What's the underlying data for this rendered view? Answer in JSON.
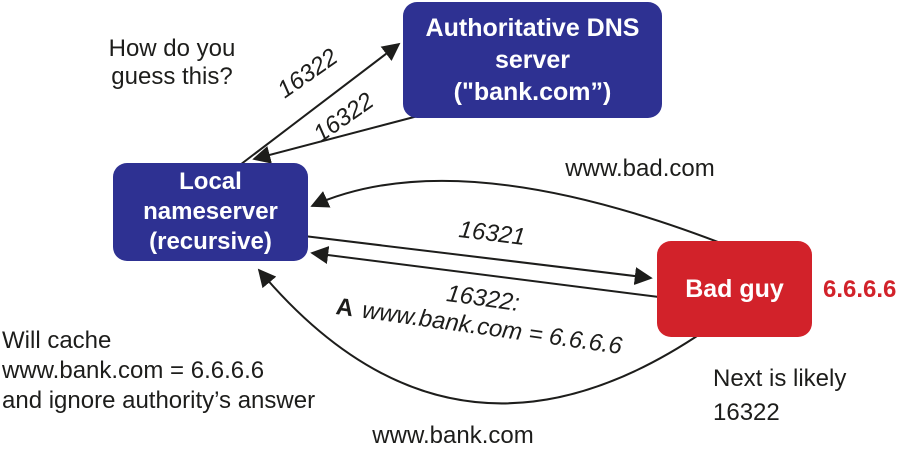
{
  "colors": {
    "node_blue": "#2e3192",
    "node_red": "#d2222a",
    "ink": "#1d1d1b"
  },
  "nodes": {
    "local_nameserver": {
      "label": "Local\nnameserver\n(recursive)"
    },
    "authoritative_server": {
      "label": "Authoritative DNS\nserver\n(\"bank.com”)"
    },
    "bad_guy": {
      "label": "Bad guy",
      "ip": "6.6.6.6"
    }
  },
  "edges": {
    "query_txid": {
      "label": "16322"
    },
    "reply_txid": {
      "label": "16322"
    },
    "bad_query": {
      "label": "www.bad.com"
    },
    "guessed_txid": {
      "label": "16321"
    },
    "spoofed_txid": {
      "label": "16322:"
    },
    "spoofed_record_prefix": "A",
    "spoofed_record": "www.bank.com = 6.6.6.6",
    "bank_query": {
      "label": "www.bank.com"
    }
  },
  "notes": {
    "guess": "How do you\nguess this?",
    "cache": "Will cache\nwww.bank.com = 6.6.6.6\nand ignore authority’s answer",
    "next_likely": "Next is likely\n16322"
  }
}
